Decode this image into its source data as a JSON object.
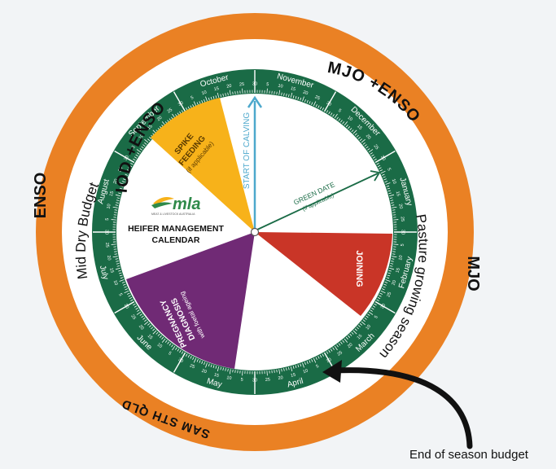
{
  "diagram": {
    "outer_ring_labels": {
      "iod_enso": "IOD +ENSO",
      "mjo_enso": "MJO +ENSO",
      "enso": "ENSO",
      "mjo": "MJO",
      "sam_sth_qld": "SAM STH QLD"
    },
    "inner_ring_labels": {
      "mid_dry_budget": "Mid Dry Budget",
      "pasture_growing_season": "Pasture growing season"
    },
    "months": [
      "January",
      "February",
      "March",
      "April",
      "May",
      "June",
      "July",
      "August",
      "September",
      "October",
      "November",
      "December"
    ],
    "day_ticks": [
      "5",
      "10",
      "15",
      "20",
      "25",
      "30"
    ],
    "logo": {
      "text": "mla",
      "subtext": "MEAT & LIVESTOCK AUSTRALIA"
    },
    "center_title": {
      "line1": "HEIFER MANAGEMENT",
      "line2": "CALENDAR"
    },
    "segments": {
      "spike_feeding": {
        "line1": "SPIKE",
        "line2": "FEEDING",
        "note": "(if applicable)"
      },
      "joining": {
        "label": "JOINING"
      },
      "pregnancy_diagnosis": {
        "line1": "PREGNANCY",
        "line2": "DIAGNOSIS",
        "note": "with foetal ageing"
      }
    },
    "pointers": {
      "start_of_calving": "START OF CALVING",
      "green_date": {
        "line1": "GREEN DATE",
        "line2": "(if applicable)"
      }
    },
    "annotation": {
      "end_of_season_budget": "End of season budget"
    },
    "colors": {
      "orange_ring": "#ea8124",
      "green_ring": "#1a6b46",
      "yellow_segment": "#f7b21a",
      "red_segment": "#c93527",
      "purple_segment": "#702a75",
      "calving_arrow": "#4da8cc",
      "background": "#f2f4f6"
    }
  }
}
